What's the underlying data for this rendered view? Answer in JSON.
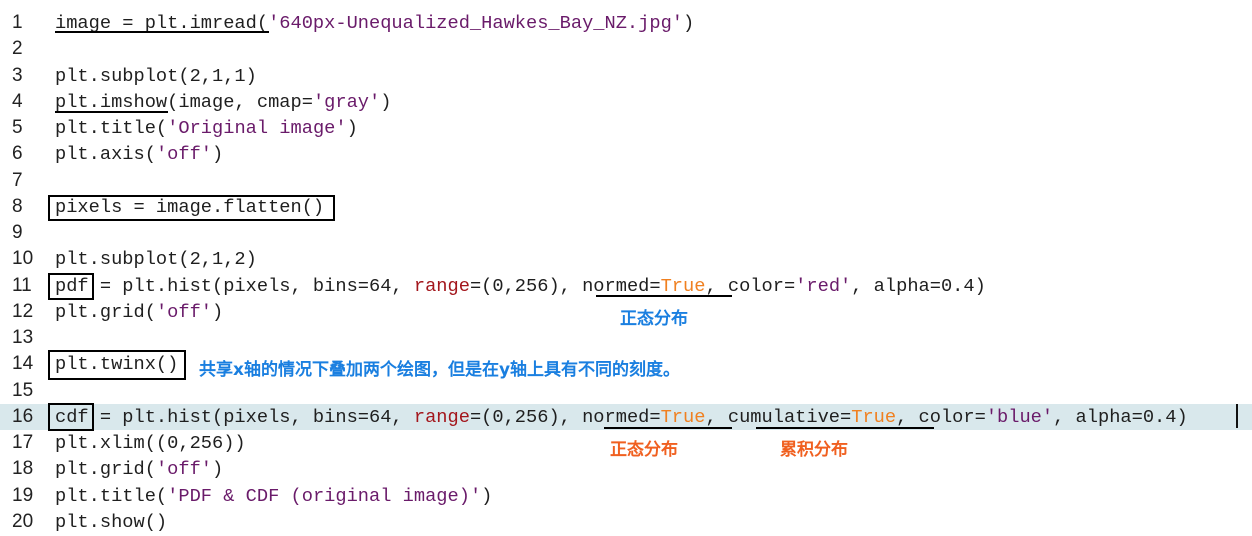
{
  "lines": [
    {
      "n": "1",
      "tokens": [
        [
          "image = plt.imread(",
          ""
        ],
        [
          "'640px-Unequalized_Hawkes_Bay_NZ.jpg'",
          "str"
        ],
        [
          ")",
          ""
        ]
      ]
    },
    {
      "n": "2",
      "tokens": []
    },
    {
      "n": "3",
      "tokens": [
        [
          "plt.subplot(2,1,1)",
          ""
        ]
      ]
    },
    {
      "n": "4",
      "tokens": [
        [
          "plt.imshow(image, cmap=",
          ""
        ],
        [
          "'gray'",
          "str"
        ],
        [
          ")",
          ""
        ]
      ]
    },
    {
      "n": "5",
      "tokens": [
        [
          "plt.title(",
          ""
        ],
        [
          "'Original image'",
          "str"
        ],
        [
          ")",
          ""
        ]
      ]
    },
    {
      "n": "6",
      "tokens": [
        [
          "plt.axis(",
          ""
        ],
        [
          "'off'",
          "str"
        ],
        [
          ")",
          ""
        ]
      ]
    },
    {
      "n": "7",
      "tokens": []
    },
    {
      "n": "8",
      "tokens": [
        [
          "pixels = image.flatten()",
          ""
        ]
      ]
    },
    {
      "n": "9",
      "tokens": []
    },
    {
      "n": "10",
      "tokens": [
        [
          "plt.subplot(2,1,2)",
          ""
        ]
      ]
    },
    {
      "n": "11",
      "tokens": [
        [
          "pdf = plt.hist(pixels, bins=64, ",
          ""
        ],
        [
          "range",
          "kw"
        ],
        [
          "=(0,256), normed=",
          ""
        ],
        [
          "True",
          "bool"
        ],
        [
          ", color=",
          ""
        ],
        [
          "'red'",
          "str"
        ],
        [
          ", alpha=0.4)",
          ""
        ]
      ]
    },
    {
      "n": "12",
      "tokens": [
        [
          "plt.grid(",
          ""
        ],
        [
          "'off'",
          "str"
        ],
        [
          ")",
          ""
        ]
      ]
    },
    {
      "n": "13",
      "tokens": []
    },
    {
      "n": "14",
      "tokens": [
        [
          "plt.twinx()",
          ""
        ]
      ]
    },
    {
      "n": "15",
      "tokens": []
    },
    {
      "n": "16",
      "tokens": [
        [
          "cdf = plt.hist(pixels, bins=64, ",
          ""
        ],
        [
          "range",
          "kw"
        ],
        [
          "=(0,256), normed=",
          ""
        ],
        [
          "True",
          "bool"
        ],
        [
          ", cumulative=",
          ""
        ],
        [
          "True",
          "bool"
        ],
        [
          ", color=",
          ""
        ],
        [
          "'blue'",
          "str"
        ],
        [
          ", alpha=0.4)",
          ""
        ]
      ],
      "highlighted": true
    },
    {
      "n": "17",
      "tokens": [
        [
          "plt.xlim((0,256))",
          ""
        ]
      ]
    },
    {
      "n": "18",
      "tokens": [
        [
          "plt.grid(",
          ""
        ],
        [
          "'off'",
          "str"
        ],
        [
          ")",
          ""
        ]
      ]
    },
    {
      "n": "19",
      "tokens": [
        [
          "plt.title(",
          ""
        ],
        [
          "'PDF & CDF (original image)'",
          "str"
        ],
        [
          ")",
          ""
        ]
      ]
    },
    {
      "n": "20",
      "tokens": [
        [
          "plt.show()",
          ""
        ]
      ]
    }
  ],
  "annotations": {
    "normed_note_1": "正态分布",
    "twinx_note": "共享x轴的情况下叠加两个绘图，但是在y轴上具有不同的刻度。",
    "normed_note_2": "正态分布",
    "cumulative_note": "累积分布"
  },
  "colors": {
    "blue_annotation": "#1a7fe0",
    "orange_annotation": "#f06020",
    "highlight_line": "#d9e8ec"
  }
}
